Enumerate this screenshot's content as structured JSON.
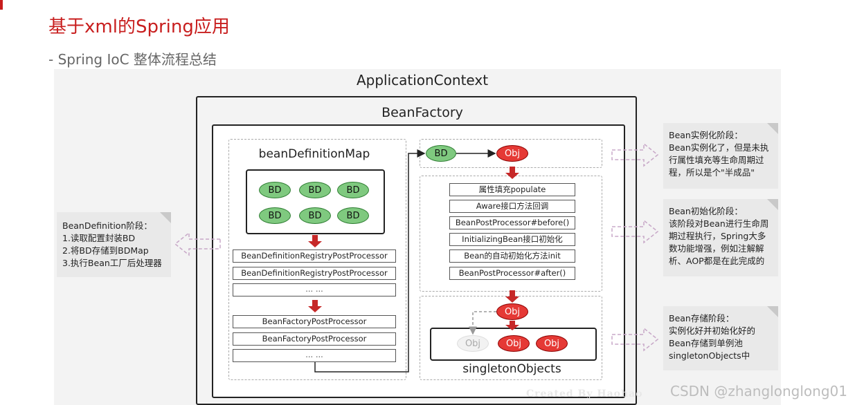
{
  "header": {
    "title": "基于xml的Spring应用",
    "subtitle": "- Spring IoC 整体流程总结"
  },
  "diagram": {
    "application_context": "ApplicationContext",
    "bean_factory": "BeanFactory",
    "bean_definition_map": {
      "title": "beanDefinitionMap",
      "items": [
        "BD",
        "BD",
        "BD",
        "BD",
        "BD",
        "BD"
      ]
    },
    "processors": {
      "registry": [
        "BeanDefinitionRegistryPostProcessor",
        "BeanDefinitionRegistryPostProcessor",
        "... ..."
      ],
      "factory": [
        "BeanFactoryPostProcessor",
        "BeanFactoryPostProcessor",
        "... ..."
      ]
    },
    "instantiation": {
      "from": "BD",
      "to": "Obj"
    },
    "init_steps": [
      "属性填充populate",
      "Aware接口方法回调",
      "BeanPostProcessor#before()",
      "InitializingBean接口初始化",
      "Bean的自动初始化方法init",
      "BeanPostProcessor#after()"
    ],
    "singleton": {
      "incoming": "Obj",
      "items": [
        "Obj",
        "Obj",
        "Obj"
      ],
      "label": "singletonObjects"
    }
  },
  "notes": {
    "bean_definition": [
      "BeanDefinition阶段：",
      "1.读取配置封装BD",
      "2.将BD存储到BDMap",
      "3.执行Bean工厂后处理器"
    ],
    "instantiation": [
      "Bean实例化阶段：",
      "Bean实例化了，但是未执",
      "行属性填充等生命周期过",
      "程，所以是个\"半成品\""
    ],
    "initialization": [
      "Bean初始化阶段：",
      "该阶段对Bean进行生命周",
      "期过程执行，Spring大多",
      "数功能增强，例如注解解",
      "析、AOP都是在此完成的"
    ],
    "storage": [
      "Bean存储阶段：",
      "实例化好并初始化好的",
      "Bean存储到单例池",
      "singletonObjects中"
    ]
  },
  "watermarks": {
    "created_by": "Created By Haohao",
    "csdn": "CSDN @zhanglonglong01"
  },
  "colors": {
    "title_red": "#c81e1e",
    "bean_green": "#7fc97f",
    "obj_red": "#e53935",
    "arrow_red": "#c62828",
    "hollow_arrow": "#c8a8c8"
  }
}
